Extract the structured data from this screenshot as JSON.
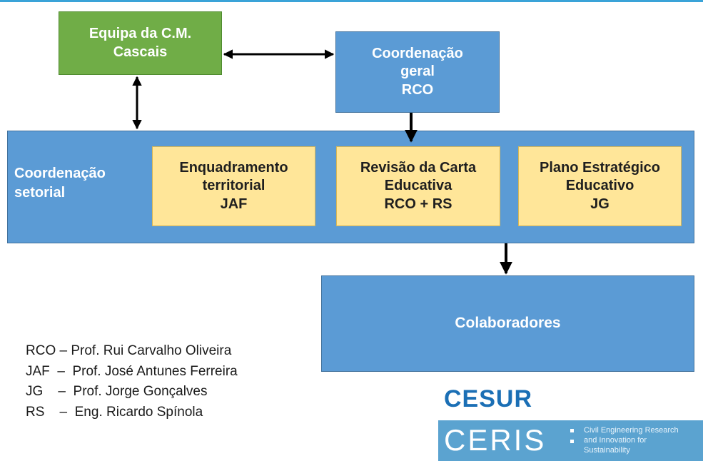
{
  "boxes": {
    "equipa": "Equipa da C.M.\nCascais",
    "coord_geral": "Coordenação\ngeral\nRCO",
    "coord_setorial": "Coordenação\nsetorial",
    "enquadramento": "Enquadramento\nterritorial\nJAF",
    "revisao": "Revisão da Carta\nEducativa\nRCO + RS",
    "plano": "Plano Estratégico\nEducativo\nJG",
    "colaboradores": "Colaboradores"
  },
  "legend": [
    "RCO – Prof. Rui Carvalho Oliveira",
    "JAF  –  Prof. José Antunes Ferreira",
    "JG    –  Prof. Jorge Gonçalves",
    "RS    –  Eng. Ricardo Spínola"
  ],
  "logos": {
    "cesur": "CESUR",
    "ceris": "CERIS",
    "ceris_desc": "Civil Engineering Research\nand Innovation for\nSustainability"
  },
  "colors": {
    "green": "#70ad47",
    "blue": "#5b9bd5",
    "yellow": "#ffe699",
    "cesur_blue": "#1b6fb5"
  }
}
